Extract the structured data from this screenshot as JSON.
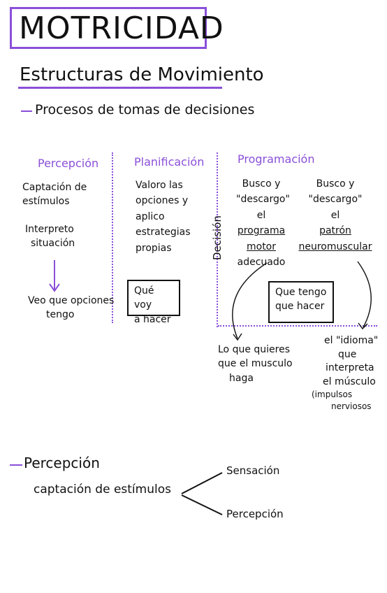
{
  "title": "MOTRICIDAD",
  "heading": "Estructuras de Movimiento",
  "subtitle": "Procesos de tomas de decisiones",
  "colors": {
    "accent": "#8a4fd8",
    "ink": "#111111"
  },
  "percepcion_col": {
    "header": "Percepción",
    "line1": "Captación de",
    "line2": "estímulos",
    "line3": "Interpreto",
    "line4": "situación",
    "line5": "Veo que opciones",
    "line6": "tengo"
  },
  "planificacion_col": {
    "header": "Planificación",
    "line1": "Valoro las",
    "line2": "opciones y",
    "line3": "aplico",
    "line4": "estrategias",
    "line5": "propias",
    "box_line1": "Qué voy",
    "box_line2": "a hacer"
  },
  "programacion_col": {
    "header": "Programación",
    "left_line1": "Busco y",
    "left_line2": "\"descargo\"",
    "left_line3": "el",
    "left_line4": "programa",
    "left_line5": "motor",
    "left_line6": "adecuado",
    "right_line1": "Busco y",
    "right_line2": "\"descargo\"",
    "right_line3": "el",
    "right_line4": "patrón",
    "right_line5": "neuromuscular",
    "box_line1": "Que tengo",
    "box_line2": "que hacer",
    "decision_label": "Decisión",
    "result_left_line1": "Lo que quieres",
    "result_left_line2": "que el musculo",
    "result_left_line3": "haga",
    "result_right_line1": "el \"idioma\"",
    "result_right_line2": "que",
    "result_right_line3": "interpreta",
    "result_right_line4": "el músculo",
    "result_right_line5": "(impulsos",
    "result_right_line6": "nerviosos"
  },
  "section2": {
    "heading": "Percepción",
    "captacion": "captación de estímulos",
    "branch1": "Sensación",
    "branch2": "Percepción"
  }
}
